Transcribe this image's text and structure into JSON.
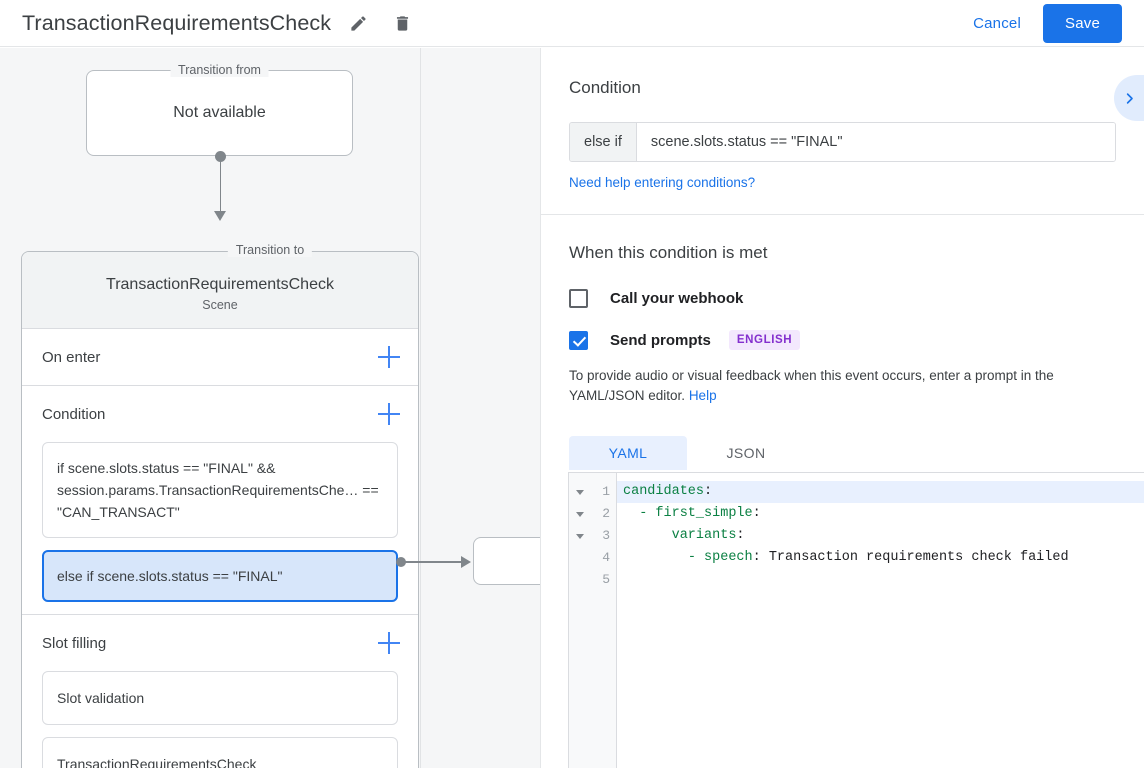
{
  "header": {
    "title": "TransactionRequirementsCheck",
    "edit_icon": "pencil-icon",
    "delete_icon": "trash-icon",
    "cancel_label": "Cancel",
    "save_label": "Save",
    "accent_color": "#1a73e8"
  },
  "canvas": {
    "transition_from": {
      "legend": "Transition from",
      "text": "Not available"
    },
    "transition_to": {
      "legend": "Transition to",
      "scene_name": "TransactionRequirementsCheck",
      "scene_type": "Scene"
    },
    "sections": [
      {
        "title": "On enter",
        "add_icon": "plus-icon"
      },
      {
        "title": "Condition",
        "add_icon": "plus-icon"
      },
      {
        "title": "Slot filling",
        "add_icon": "plus-icon"
      }
    ],
    "conditions": [
      {
        "text": "if scene.slots.status == \"FINAL\" && session.params.TransactionRequirementsChe… == \"CAN_TRANSACT\"",
        "selected": false
      },
      {
        "text": "else if scene.slots.status == \"FINAL\"",
        "selected": true
      }
    ],
    "slot_filling": [
      {
        "text": "Slot validation"
      },
      {
        "text": "TransactionRequirementsCheck"
      }
    ]
  },
  "panel": {
    "expand_icon": "chevron-right-icon",
    "condition": {
      "heading": "Condition",
      "prefix": "else if",
      "value": "scene.slots.status == \"FINAL\"",
      "help_link": "Need help entering conditions?"
    },
    "when_met": {
      "heading": "When this condition is met",
      "webhook_label": "Call your webhook",
      "webhook_checked": false,
      "send_prompts_label": "Send prompts",
      "send_prompts_checked": true,
      "language_badge": "ENGLISH",
      "badge_bg": "#f3e8fd",
      "badge_fg": "#8430ce",
      "description": "To provide audio or visual feedback when this event occurs, enter a prompt in the YAML/JSON editor.",
      "help_label": "Help"
    },
    "editor": {
      "tabs": [
        {
          "label": "YAML",
          "active": true
        },
        {
          "label": "JSON",
          "active": false
        }
      ],
      "line_numbers": [
        "1",
        "2",
        "3",
        "4",
        "5"
      ],
      "lines": [
        {
          "key": "candidates",
          "suffix": ":",
          "indent": "",
          "current": true,
          "foldable": true
        },
        {
          "key": "- first_simple",
          "suffix": ":",
          "indent": "  ",
          "current": false,
          "foldable": true
        },
        {
          "key": "variants",
          "suffix": ":",
          "indent": "      ",
          "current": false,
          "foldable": true
        },
        {
          "key": "- speech",
          "suffix": ": Transaction requirements check failed",
          "indent": "        ",
          "current": false,
          "foldable": false
        },
        {
          "key": "",
          "suffix": "",
          "indent": "",
          "current": false,
          "foldable": false
        }
      ]
    }
  }
}
